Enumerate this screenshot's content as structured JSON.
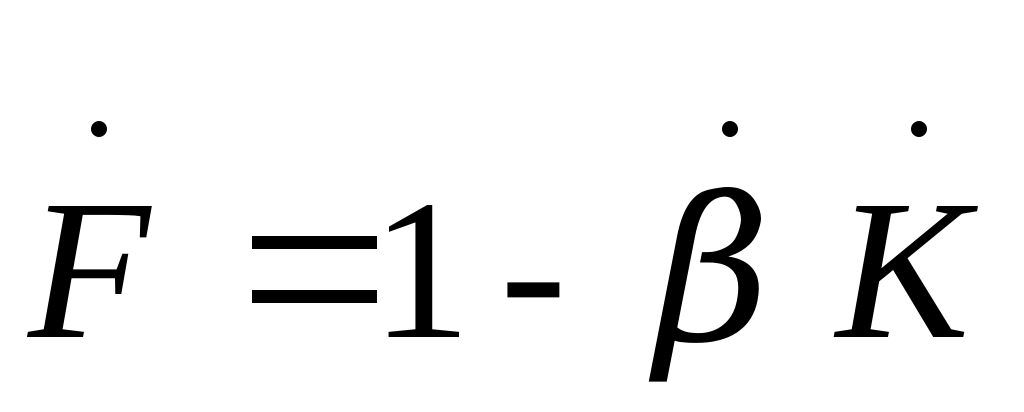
{
  "formula": {
    "lhs_symbol": "F",
    "equals": "=",
    "one": "1",
    "minus": "-",
    "beta": "β",
    "k_symbol": "K"
  }
}
